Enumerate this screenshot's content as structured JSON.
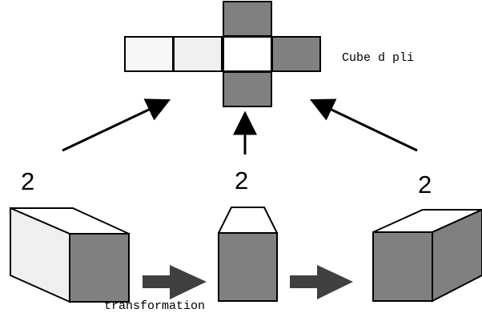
{
  "labels": {
    "net_caption": "Cube d pli",
    "count_left": "2",
    "count_middle": "2",
    "count_right": "2",
    "transformation": "transformation"
  },
  "colors": {
    "face_dark": "#808080",
    "face_white": "#ffffff",
    "face_light_a": "#f6f6f6",
    "face_light_b": "#efefef",
    "stroke": "#000000",
    "arrow_block": "#404040"
  }
}
